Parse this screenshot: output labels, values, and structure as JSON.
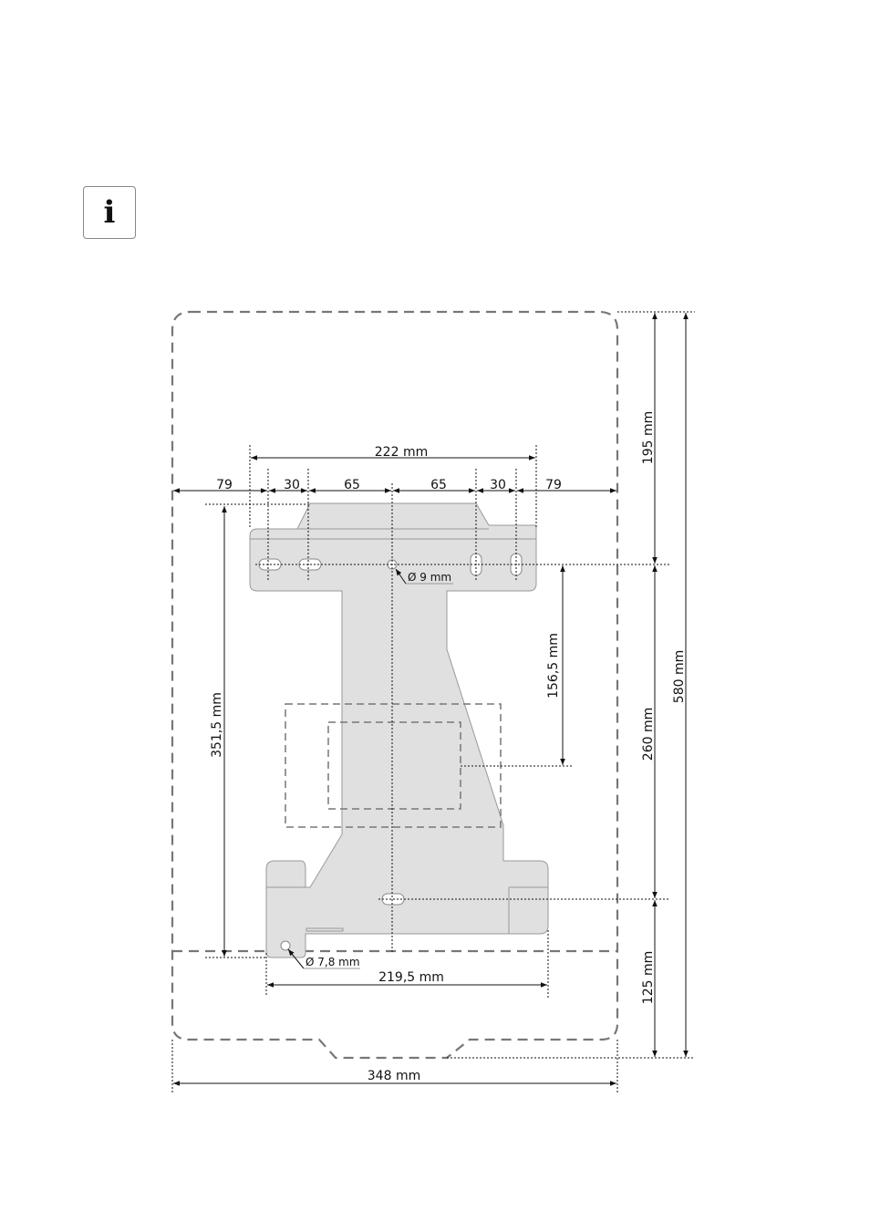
{
  "info_icon": {
    "icon": "info-icon",
    "glyph": "i"
  },
  "drawing": {
    "overall_width": "348 mm",
    "overall_height": "580 mm",
    "top_to_holes": "195 mm",
    "holes_to_lower_hole": "260 mm",
    "lower_hole_to_bottom": "125 mm",
    "bracket_width": "222 mm",
    "bracket_height": "351,5 mm",
    "bottom_width": "219,5 mm",
    "holes_to_center": "156,5 mm",
    "hole_diameter_top": "Ø 9 mm",
    "hole_diameter_bottom": "Ø 7,8 mm",
    "spacing": [
      "79",
      "30",
      "65",
      "65",
      "30",
      "79"
    ]
  }
}
